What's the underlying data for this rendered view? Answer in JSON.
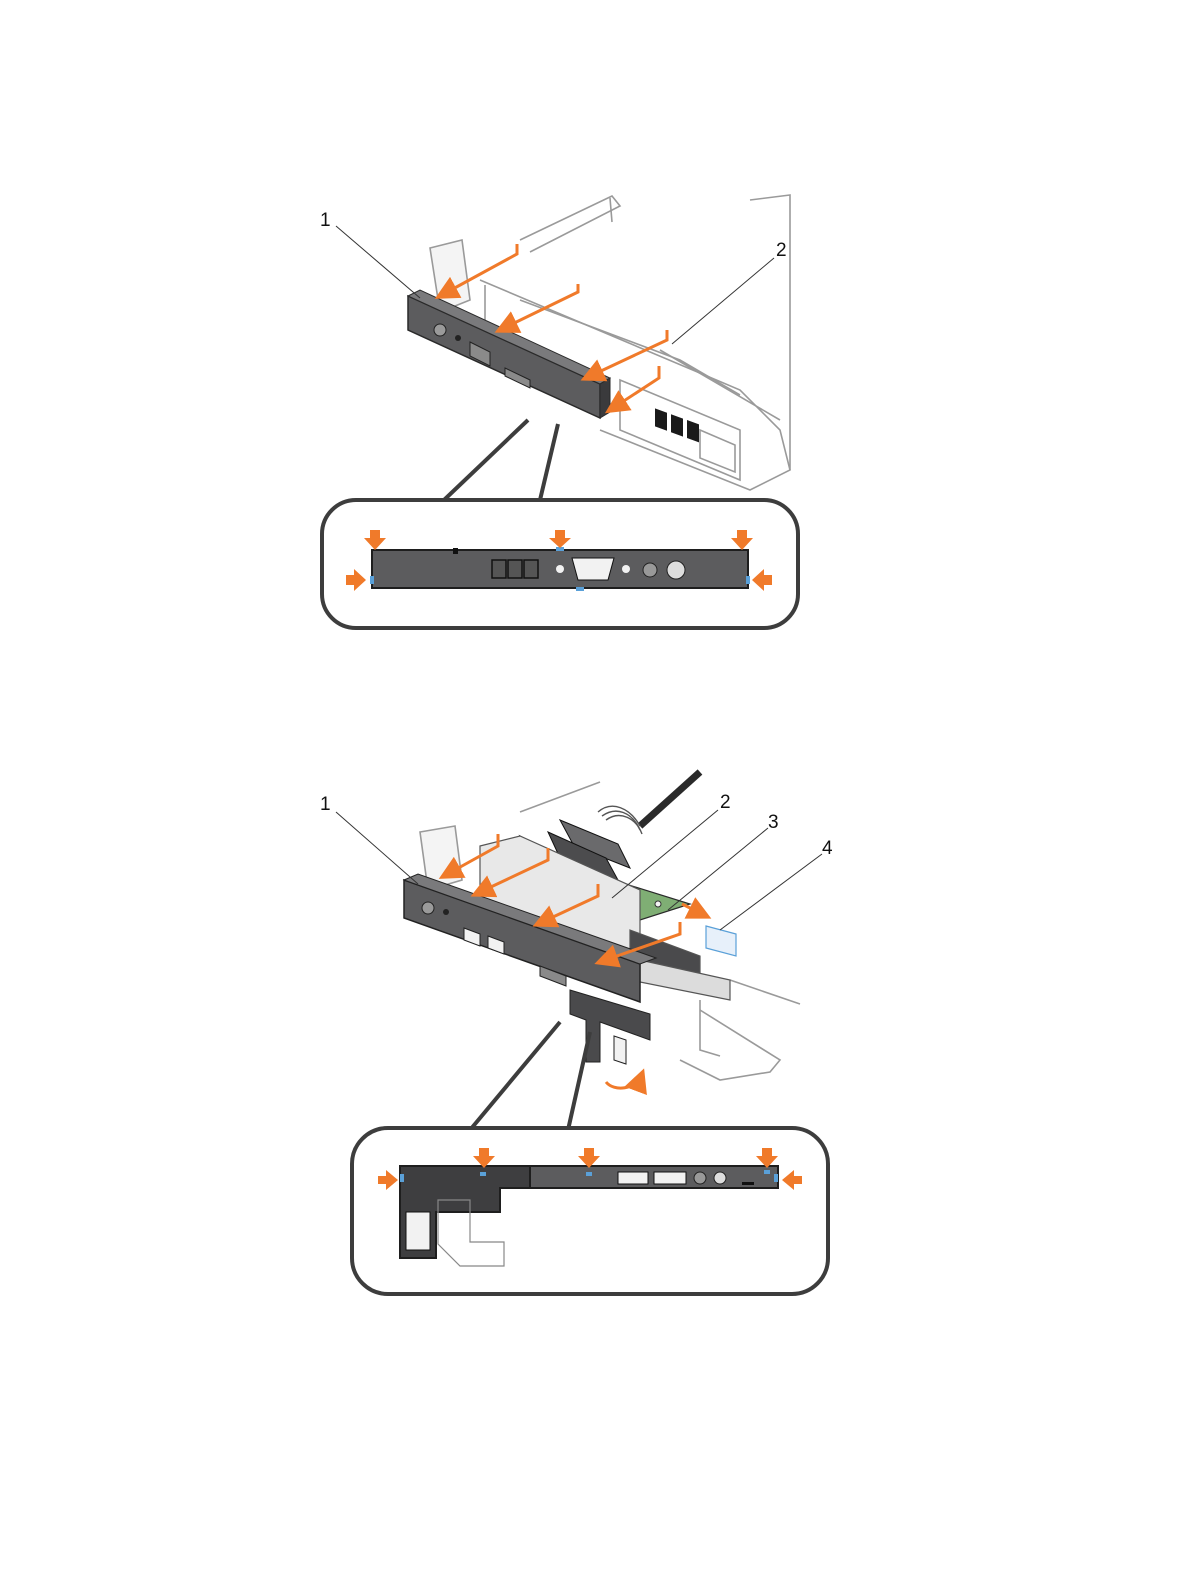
{
  "colors": {
    "arrow": "#f07a2a",
    "panel": "#5c5c5e",
    "panel_dark": "#3a3a3c",
    "chassis_line": "#9a9a9a",
    "board": "#7fae74",
    "clip": "#5aa0d8"
  },
  "figure_top": {
    "callouts": [
      "1",
      "2"
    ],
    "items": [
      {
        "label": "1",
        "part": "control-panel-assembly"
      },
      {
        "label": "2",
        "part": "chassis"
      }
    ]
  },
  "figure_bottom": {
    "callouts": [
      "1",
      "2",
      "3",
      "4"
    ],
    "items": [
      {
        "label": "1",
        "part": "control-panel-assembly"
      },
      {
        "label": "2",
        "part": "control-panel-board"
      },
      {
        "label": "3",
        "part": "control-panel-cable"
      },
      {
        "label": "4",
        "part": "chassis-slot"
      }
    ]
  }
}
